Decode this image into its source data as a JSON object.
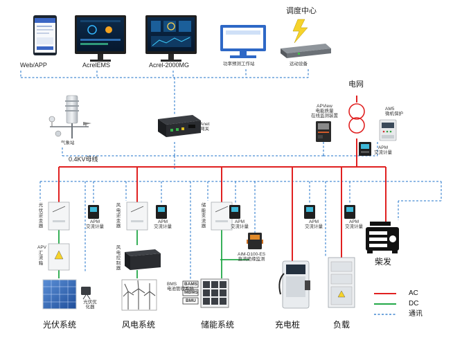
{
  "top_row": {
    "web_app": "Web/APP",
    "acrel_ems": "AcrelEMS",
    "acrel_2000mg": "Acrel-2000MG",
    "forecast_station": "功率预测工作站",
    "telecontrol": "远动设备",
    "dispatch_center": "调度中心"
  },
  "middle": {
    "weather_station": "气象站",
    "gateway": "Anet\n网关",
    "grid": "电网",
    "apview": "APView\n电能质量\n在线监测装置",
    "am_protection": "AM5\n微机保护",
    "apm_grid": "APM\n交流计量",
    "bus_label": "0.4KV母线"
  },
  "subsystems": {
    "pv": {
      "inverter": "光伏逆变器",
      "combiner": "APV汇流箱",
      "optimizer": "光伏优化器",
      "apm": "APM\n交流计量",
      "title": "光伏系统"
    },
    "wind": {
      "inverter": "风电逆变器",
      "controller": "风电控制器",
      "apm": "APM\n交流计量",
      "title": "风电系统"
    },
    "storage": {
      "inverter": "储能变流器",
      "bms": "BMS\n电池管理系统",
      "apm": "APM\n交流计量",
      "dc_meter": "AIM-D100-ES\n直流绝缘监测",
      "modules": [
        "BAMS",
        "MBMS",
        "BMU"
      ],
      "title": "储能系统"
    },
    "charging": {
      "apm": "APM\n交流计量",
      "title": "充电桩"
    },
    "load": {
      "apm": "APM\n交流计量",
      "title": "负载"
    },
    "diesel": {
      "title": "柴发"
    }
  },
  "legend": {
    "ac": "AC",
    "dc": "DC",
    "comm": "通讯"
  },
  "colors": {
    "ac_line": "#e02020",
    "dc_line": "#22a847",
    "comm_line": "#1a6fc8"
  }
}
